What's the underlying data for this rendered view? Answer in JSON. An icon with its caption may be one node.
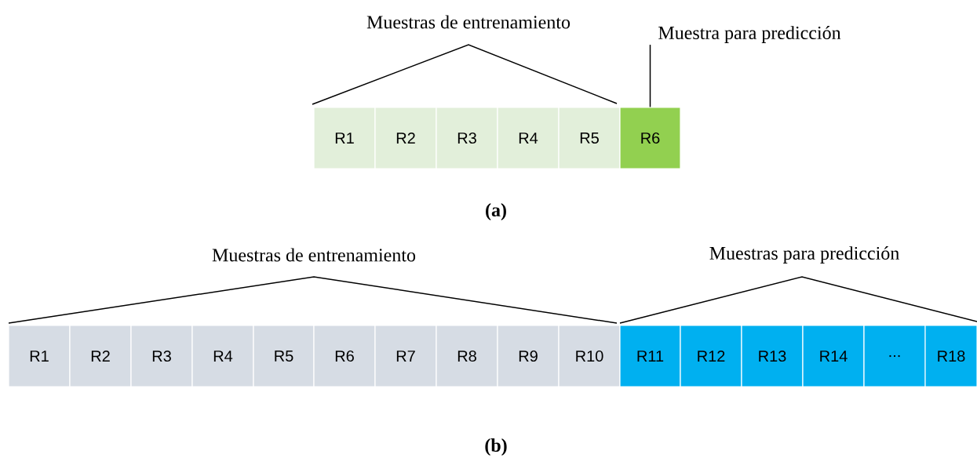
{
  "diagram": {
    "nodes": [
      {
        "text": [
          "Muestra para predicción"
        ]
      },
      {
        "text": [
          "R1"
        ]
      },
      {
        "text": [
          "R2"
        ]
      },
      {
        "text": [
          "R3"
        ]
      },
      {
        "text": [
          "R4"
        ]
      },
      {
        "text": [
          "R5"
        ]
      },
      {
        "text": [
          "R6"
        ]
      },
      {
        "text": [
          "R1"
        ]
      },
      {
        "text": [
          "R2"
        ]
      },
      {
        "text": [
          "R3"
        ]
      },
      {
        "text": [
          "R4"
        ]
      },
      {
        "text": [
          "R5"
        ]
      },
      {
        "text": [
          "R6"
        ]
      },
      {
        "text": [
          "R7"
        ]
      },
      {
        "text": [
          "R8"
        ]
      },
      {
        "text": [
          "R9"
        ]
      },
      {
        "text": [
          "R10"
        ]
      },
      {
        "text": [
          "R11"
        ]
      },
      {
        "text": [
          "R12"
        ]
      },
      {
        "text": [
          "R13"
        ]
      },
      {
        "text": [
          "R14"
        ]
      },
      {
        "text": [
          "..."
        ]
      },
      {
        "text": [
          "R18"
        ]
      }
    ],
    "edges": [
      {
        "from": 0,
        "to": 6,
        "arrow": "none"
      }
    ],
    "labels": [
      "Muestras de entrenamiento",
      "(a)",
      "Muestras de entrenamiento",
      "Muestras para predicción",
      "(b)"
    ]
  }
}
